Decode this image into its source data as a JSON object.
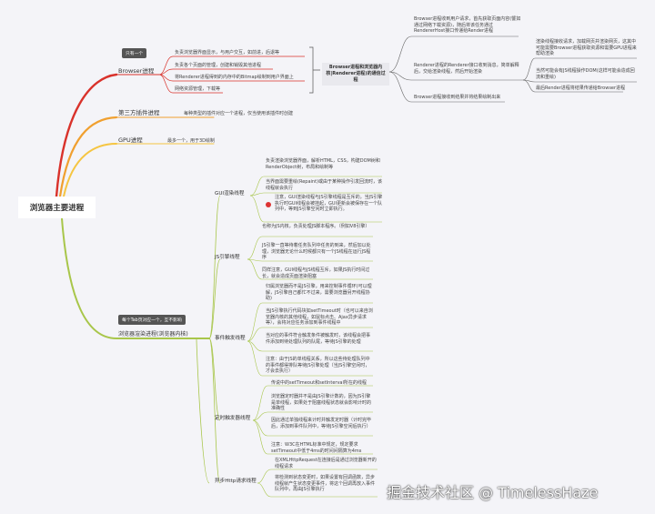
{
  "root": "浏览器主要进程",
  "browser": {
    "label": "Browser进程",
    "badge": "只有一个",
    "items": [
      "负责浏览器界面显示，与用户交互，如前进，后退等",
      "负责各个页面的管理，创建和销毁其他进程",
      "将Renderer进程得到的内存中的Bitmap绘制到用户界面上",
      "网络资源管理，下载等"
    ],
    "comm_title": "Browser进程和浏览器内核|Renderer进程)的通信过程",
    "comm": [
      "Browser进程收到用户请求，首先获取页面内容(譬如通过网络下载资源)，随后将该任务通过RendererHost接口传递给Render进程",
      "Renderer进程的Renderer接口收到消息，简单解释后，交给渲染线程，然后开始渲染",
      "Browser进程接收到结果并将结果绘制出来"
    ],
    "comm_sub": [
      "渲染线程接收请求，加载网页并渲染网页，这其中可能需要Browser进程获取资源和需要GPU进程来帮助渲染",
      "当然可能会有JS线程操作DOM(这样可能会造成回流和重绘)",
      "最后Render进程将结果传递给Browser进程"
    ]
  },
  "plugin": {
    "label": "第三方插件进程",
    "item": "每种类型的插件对应一个进程，仅当使用该插件时创建"
  },
  "gpu": {
    "label": "GPU进程",
    "item": "最多一个，用于3D绘制"
  },
  "renderer": {
    "label": "浏览器渲染进程(浏览器内核)",
    "badge": "每个Tab页对应一个，互不影响",
    "threads": [
      {
        "label": "GUI渲染线程",
        "items": [
          "负责渲染浏览器界面，解析HTML，CSS，构建DOM树和RenderObject树，布局和绘制等",
          "当界面需要重绘(Repaint)或由于某种操作引发回流时，该线程就会执行",
          "注意，GUI渲染线程与JS引擎线程是互斥的，当JS引擎执行时GUI线程会被挂起，GUI更新会被保存在一个队列中，等到JS引擎空闲时立即执行。"
        ]
      },
      {
        "label": "JS引擎线程",
        "items": [
          "也称为JS内核，负责处理JS脚本程序。（例如V8引擎）",
          "JS引擎一直等待着任务队列中任务的到来，然后加以处理，浏览器无论什么时候都只有一个JS线程在运行JS程序",
          "同样注意，GUI线程与JS线程互斥，如果JS执行时间过长，就会造成页面渲染阻塞"
        ]
      },
      {
        "label": "事件触发线程",
        "items": [
          "归属浏览器而不是JS引擎，用来控制事件循环(可以理解，JS引擎自己都忙不过来，需要浏览器另开线程协助)",
          "当JS引擎执行代码块如setTimeout时（也可以来自浏览器内核的其他线程，如鼠标点击、Ajax异步请求等），会将对应任务添加到事件线程中",
          "当对应的事件符合触发条件被触发时，该线程会把事件添加到待处理队列的队尾，等待JS引擎的处理",
          "注意：由于JS的单线程关系，所以这些待处理队列中的事件都得排队等待JS引擎处理（当JS引擎空闲时，才会去执行）"
        ]
      },
      {
        "label": "定时触发器线程",
        "items": [
          "传说中的setTimeout和setInterval所在的线程",
          "浏览器定时器并不是由JS引擎计数的，因为JS引擎是单线程，如果处于阻塞线程状态就会影响计时的准确性",
          "因此通过单独线程来计时并触发定时器（计时完毕后，添加到事件队列中，等待JS引擎空闲后执行）",
          "注意：W3C在HTML标准中规定，规定要求setTimeout中低于4ms的时间间隔算为4ms"
        ]
      },
      {
        "label": "异步Http请求线程",
        "items": [
          "在XMLHttpRequest在连接后是通过浏览器新开的线程请求",
          "将检测到状态变更时，如果设置有回调函数，异步线程就产生状态变更事件，将这个回调再放入事件队列中，再由JS引擎执行"
        ]
      }
    ]
  },
  "watermark": "掘金技术社区 @ TimelessHaze",
  "colors": {
    "browser": "#d9322b",
    "plugin": "#f0a030",
    "gpu": "#f5c542",
    "renderer": "#a8c64a"
  }
}
